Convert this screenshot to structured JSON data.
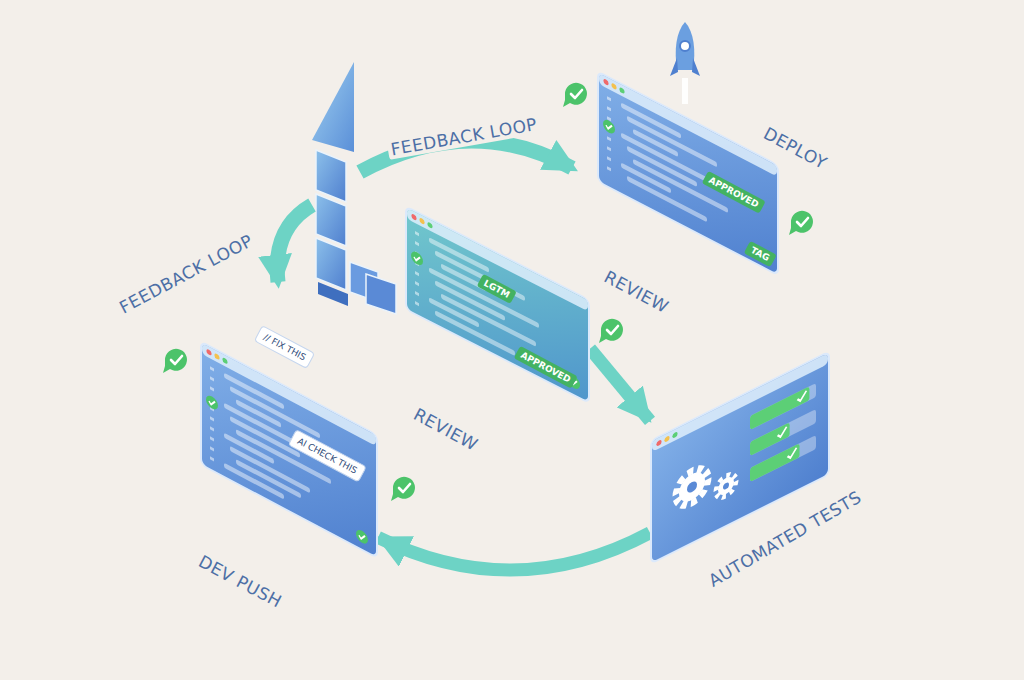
{
  "diagram": {
    "nodes": [
      {
        "text": [
          "DEPLOY",
          "APPROVED",
          "TAG"
        ]
      },
      {
        "text": [
          "REVIEW",
          "LGTM",
          "APPROVED"
        ]
      },
      {
        "text": [
          "DEV PUSH",
          "AI CHECK THIS"
        ]
      },
      {
        "text": [
          "AUTOMATED TESTS"
        ]
      }
    ],
    "edges": [
      {
        "from": 1,
        "to": 3,
        "arrow": "to"
      },
      {
        "from": 3,
        "to": 2,
        "arrow": "to"
      }
    ],
    "labels": [
      "FEEDBACK LOOP",
      "FEEDBACK LOOP",
      "REVIEW",
      "// FIX THIS"
    ]
  }
}
